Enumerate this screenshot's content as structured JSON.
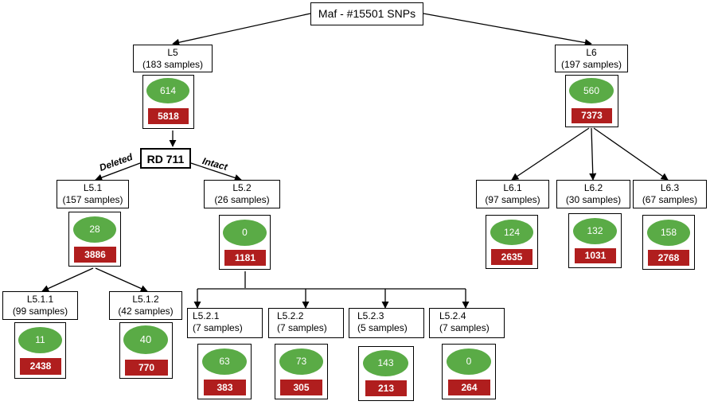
{
  "root": {
    "label": "Maf - #15501 SNPs"
  },
  "decision": {
    "label": "RD 711",
    "left_edge": "Deleted",
    "right_edge": "Intact"
  },
  "nodes": {
    "L5": {
      "name": "L5",
      "samples": "(183 samples)",
      "green": "614",
      "red": "5818"
    },
    "L6": {
      "name": "L6",
      "samples": "(197 samples)",
      "green": "560",
      "red": "7373"
    },
    "L5_1": {
      "name": "L5.1",
      "samples": "(157 samples)",
      "green": "28",
      "red": "3886"
    },
    "L5_2": {
      "name": "L5.2",
      "samples": "(26 samples)",
      "green": "0",
      "red": "1181"
    },
    "L6_1": {
      "name": "L6.1",
      "samples": "(97 samples)",
      "green": "124",
      "red": "2635"
    },
    "L6_2": {
      "name": "L6.2",
      "samples": "(30 samples)",
      "green": "132",
      "red": "1031"
    },
    "L6_3": {
      "name": "L6.3",
      "samples": "(67 samples)",
      "green": "158",
      "red": "2768"
    },
    "L5_1_1": {
      "name": "L5.1.1",
      "samples": "(99 samples)",
      "green": "11",
      "red": "2438"
    },
    "L5_1_2": {
      "name": "L5.1.2",
      "samples": "(42 samples)",
      "green": "40",
      "red": "770"
    },
    "L5_2_1": {
      "name": "L5.2.1",
      "samples": "(7 samples)",
      "green": "63",
      "red": "383"
    },
    "L5_2_2": {
      "name": "L5.2.2",
      "samples": "(7 samples)",
      "green": "73",
      "red": "305"
    },
    "L5_2_3": {
      "name": "L5.2.3",
      "samples": "(5 samples)",
      "green": "143",
      "red": "213"
    },
    "L5_2_4": {
      "name": "L5.2.4",
      "samples": "(7 samples)",
      "green": "0",
      "red": "264"
    }
  },
  "colors": {
    "green": "#5aab46",
    "red": "#b01e1e",
    "line": "#000000"
  }
}
